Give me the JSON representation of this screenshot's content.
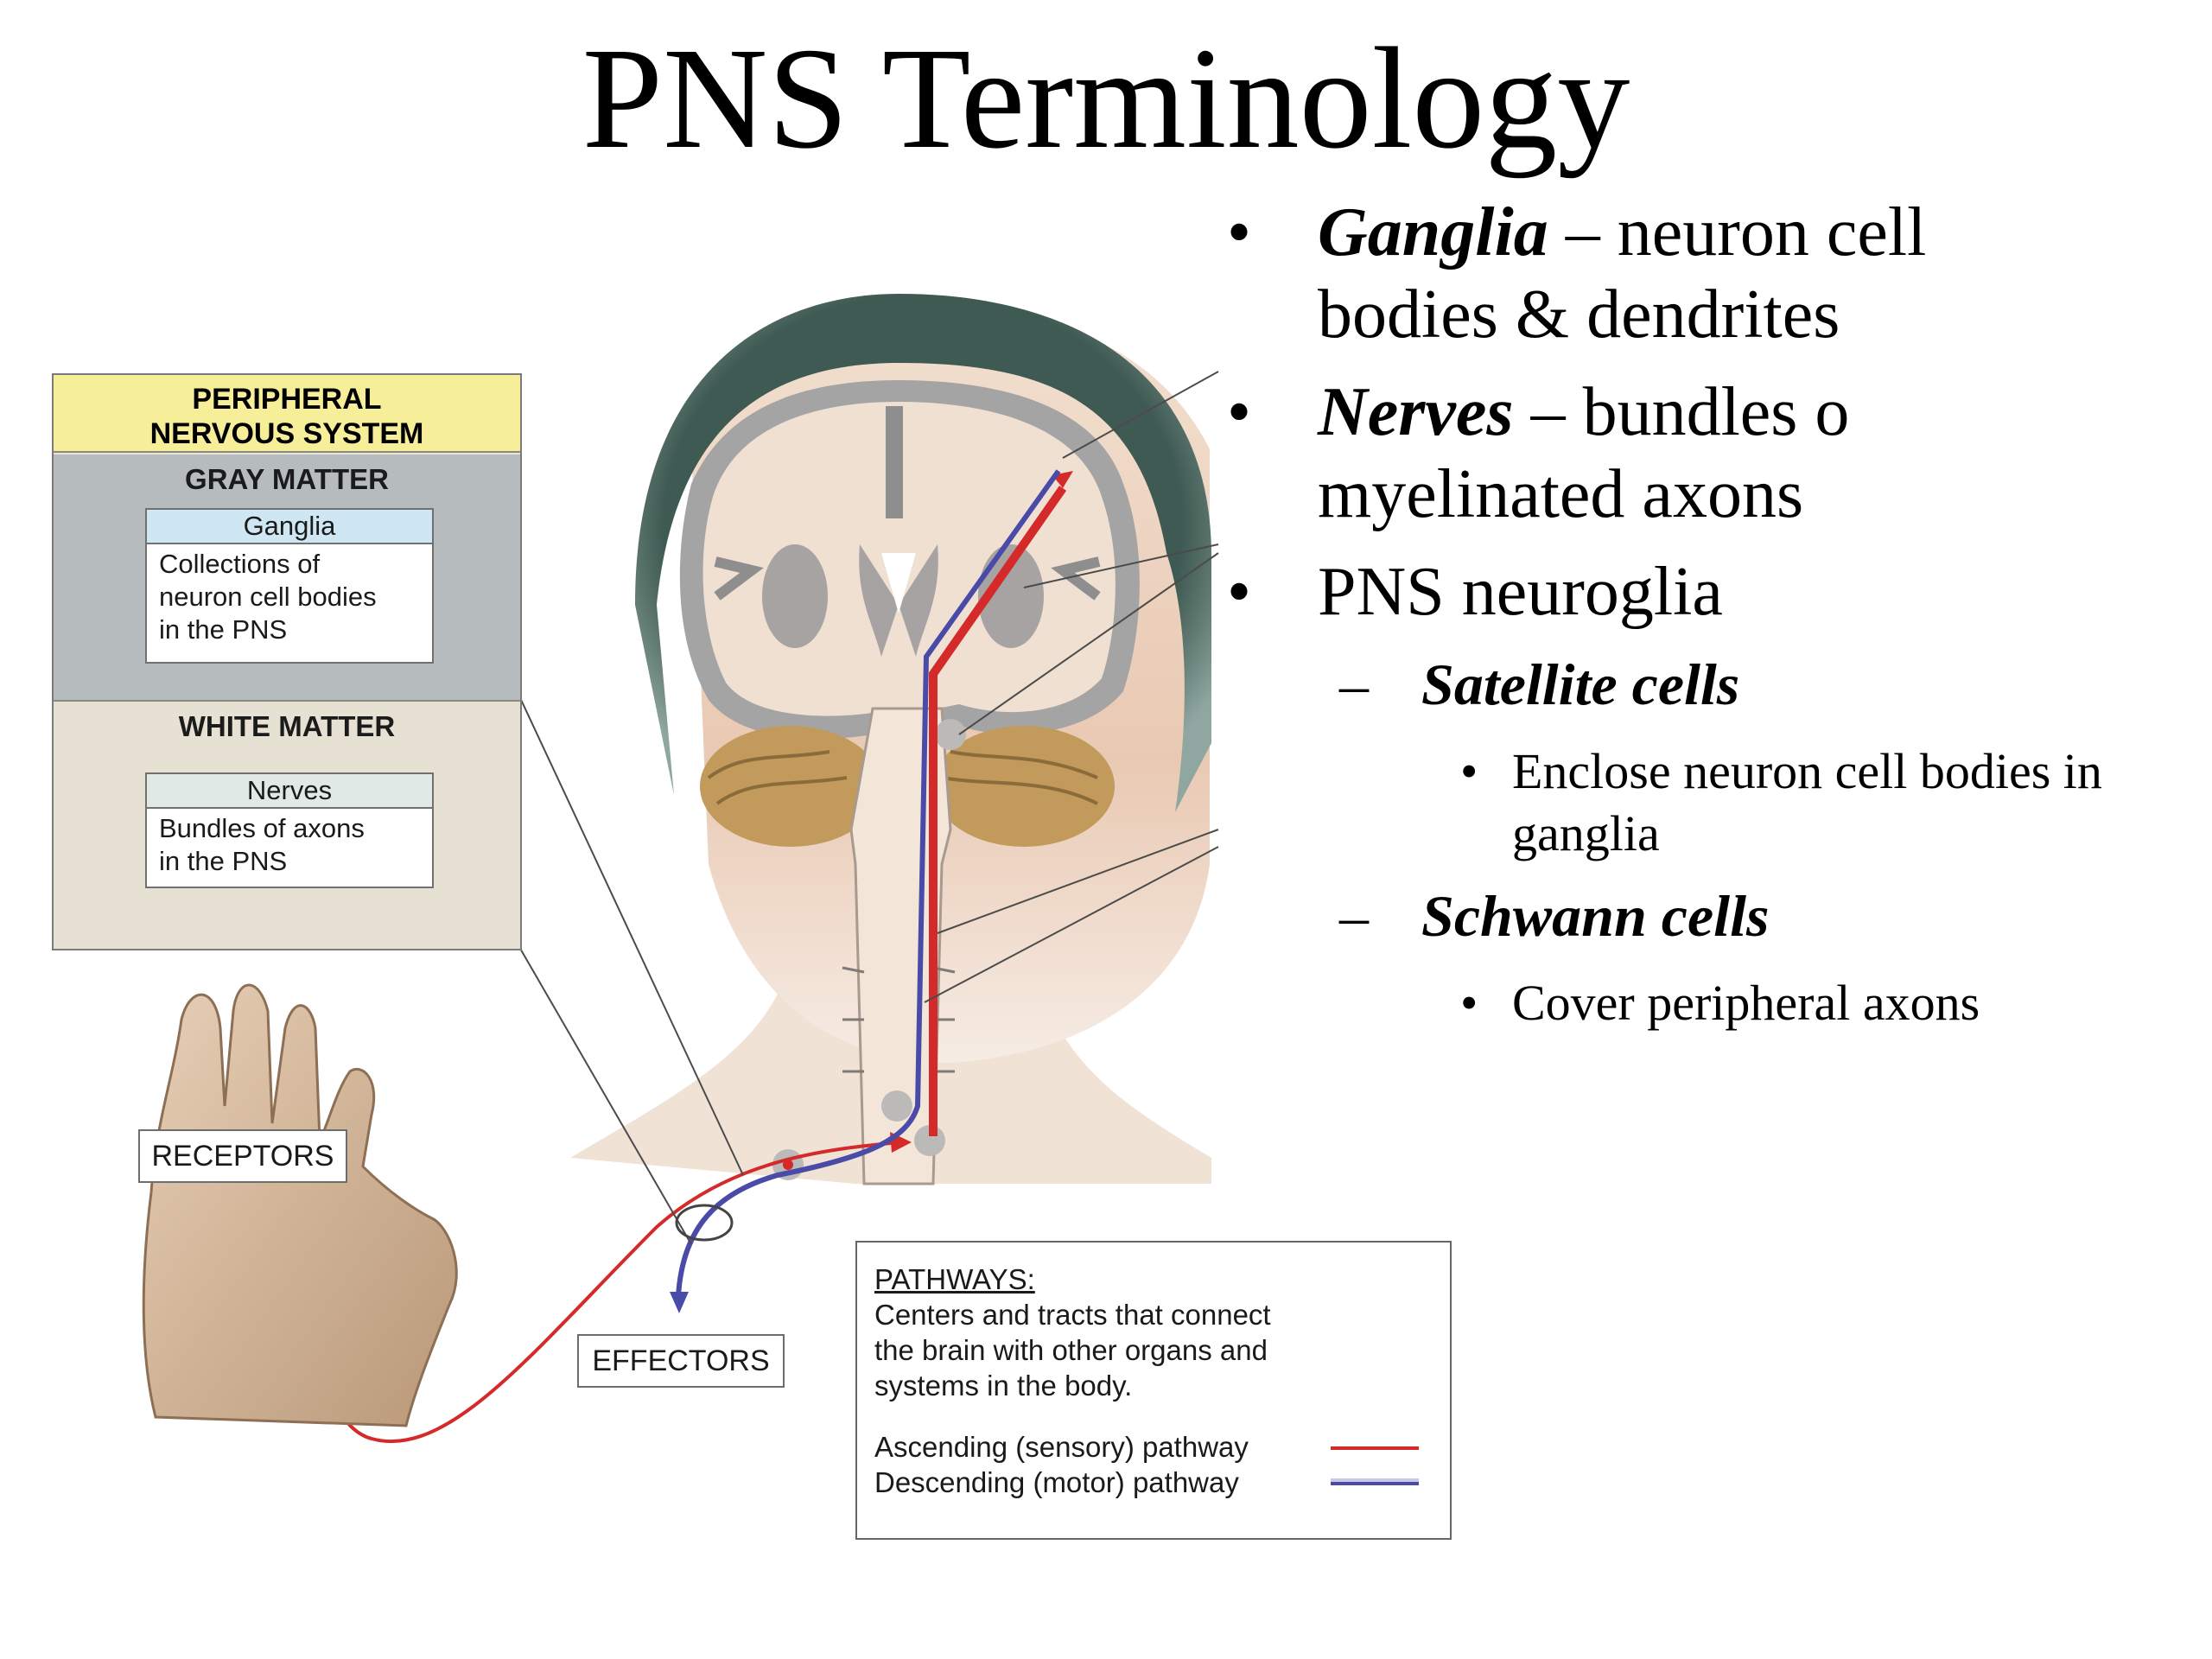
{
  "title": "PNS Terminology",
  "bullets": {
    "ganglia": {
      "term": "Ganglia",
      "rest_line1": " – neuron cell",
      "rest_line2": "bodies & dendrites"
    },
    "nerves": {
      "term": "Nerves",
      "rest_line1": " – bundles o",
      "rest_line2": "myelinated axons"
    },
    "neuroglia": {
      "text": "PNS neuroglia"
    },
    "satellite": {
      "term": "Satellite cells",
      "detail_line1": "Enclose neuron cell bodies in",
      "detail_line2": "ganglia"
    },
    "schwann": {
      "term": "Schwann cells",
      "detail": "Cover peripheral axons"
    }
  },
  "panel": {
    "header_line1": "PERIPHERAL",
    "header_line2": "NERVOUS SYSTEM",
    "gray_title": "GRAY MATTER",
    "ganglia_card": {
      "title": "Ganglia",
      "line1": "Collections of",
      "line2": "neuron cell bodies",
      "line3": "in the PNS"
    },
    "white_title": "WHITE MATTER",
    "nerves_card": {
      "title": "Nerves",
      "line1": "Bundles of axons",
      "line2": "in the PNS"
    }
  },
  "labels": {
    "receptors": "RECEPTORS",
    "effectors": "EFFECTORS"
  },
  "legend": {
    "title": "PATHWAYS:",
    "line1": "Centers and tracts that connect",
    "line2": "the brain with other organs and",
    "line3": "systems in the body.",
    "ascending": "Ascending (sensory) pathway",
    "descending": "Descending (motor) pathway"
  },
  "colors": {
    "ascending": "#d42a2a",
    "descending": "#4a4aa8",
    "panel_header": "#f7ee9a",
    "gray_matter": "#b6bcbe",
    "white_matter": "#e7e1d3"
  }
}
